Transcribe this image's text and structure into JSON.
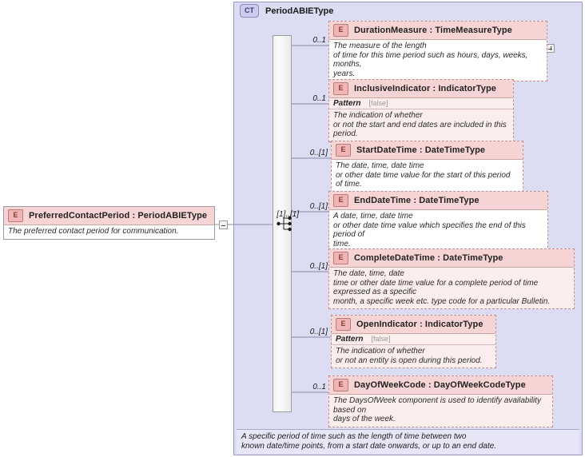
{
  "root_element": {
    "badge": "E",
    "title": "PreferredContactPeriod : PeriodABIEType",
    "doc": "The preferred contact period for communication.",
    "toggle": "collapse-box"
  },
  "complex_type": {
    "badge": "CT",
    "title": "PeriodABIEType",
    "annotation": "A specific period of time such as the length of time between two\nknown date/time points, from a start date onwards, or up to an end date.",
    "compositor": "sequence",
    "root_cardinality": "[1]..[1]"
  },
  "children": [
    {
      "badge": "E",
      "title": "DurationMeasure : TimeMeasureType",
      "cardinality": "0..1",
      "pattern": null,
      "pattern_value": null,
      "doc": "The measure of the length\n   of time for this time period such as hours, days, weeks, months,\nyears.",
      "toggle": "expand-box"
    },
    {
      "badge": "E",
      "title": "InclusiveIndicator : IndicatorType",
      "cardinality": "0..1",
      "pattern": "Pattern",
      "pattern_value": "[false]",
      "doc": "The indication of whether\nor not the start and end dates are included in this period.",
      "toggle": null
    },
    {
      "badge": "E",
      "title": "StartDateTime : DateTimeType",
      "cardinality": "0..[1]",
      "pattern": null,
      "pattern_value": null,
      "doc": "The date, time, date time\nor other date time value for the start of this period of time.",
      "toggle": null
    },
    {
      "badge": "E",
      "title": "EndDateTime : DateTimeType",
      "cardinality": "0..[1]",
      "pattern": null,
      "pattern_value": null,
      "doc": "A date, time, date time\n   or other date time value which specifies the end of this period of\ntime.",
      "toggle": null
    },
    {
      "badge": "E",
      "title": "CompleteDateTime : DateTimeType",
      "cardinality": "0..[1]",
      "pattern": null,
      "pattern_value": null,
      "doc": "The date, time, date\ntime or other date time value for a complete period of time expressed as a specific\nmonth, a specific week etc. type code for a particular Bulletin.",
      "toggle": null
    },
    {
      "badge": "E",
      "title": "OpenIndicator : IndicatorType",
      "cardinality": "0..[1]",
      "pattern": "Pattern",
      "pattern_value": "[false]",
      "doc": "The indication of whether\nor not an entity is open during this period.",
      "toggle": null
    },
    {
      "badge": "E",
      "title": "DayOfWeekCode : DayOfWeekCodeType",
      "cardinality": "0..1",
      "pattern": null,
      "pattern_value": null,
      "doc": "The DaysOfWeek component is used to identify availability based on\ndays of the week.",
      "toggle": null
    }
  ],
  "colors": {
    "element_header": "#f7d4d4",
    "element_body": "#fdeeee",
    "complextype_bg": "#dcdcf2",
    "annotation_bg": "#e6e6f7",
    "sequence_bar": "#f2f2f2"
  }
}
